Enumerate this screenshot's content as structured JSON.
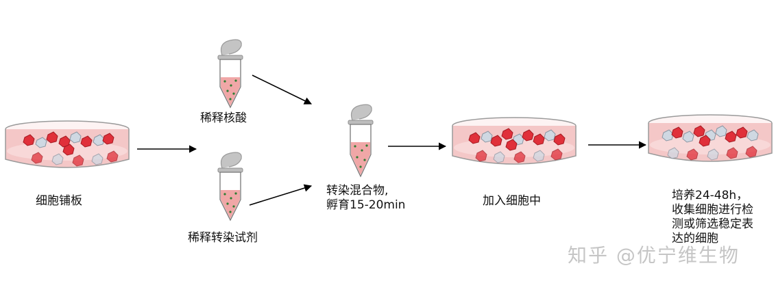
{
  "labels": {
    "plate_cells": "细胞铺板",
    "dilute_nucleic": "稀释核酸",
    "dilute_reagent": "稀释转染试剂",
    "mix_line1": "转染混合物,",
    "mix_line2": "孵育15-20min",
    "add_cells": "加入细胞中",
    "culture_line1": "培养24-48h，",
    "culture_line2": "收集细胞进行检",
    "culture_line3": "测或筛选稳定表",
    "culture_line4": "达的细胞"
  },
  "watermark": "知乎 @优宁维生物",
  "colors": {
    "dish_fill": "#f4c7c7",
    "cell_red": "#e0303a",
    "cell_gray": "#cfd8e2",
    "tube_liquid": "#f0a7a7",
    "cap_gray": "#b9b9b9",
    "arrow": "#000000"
  }
}
